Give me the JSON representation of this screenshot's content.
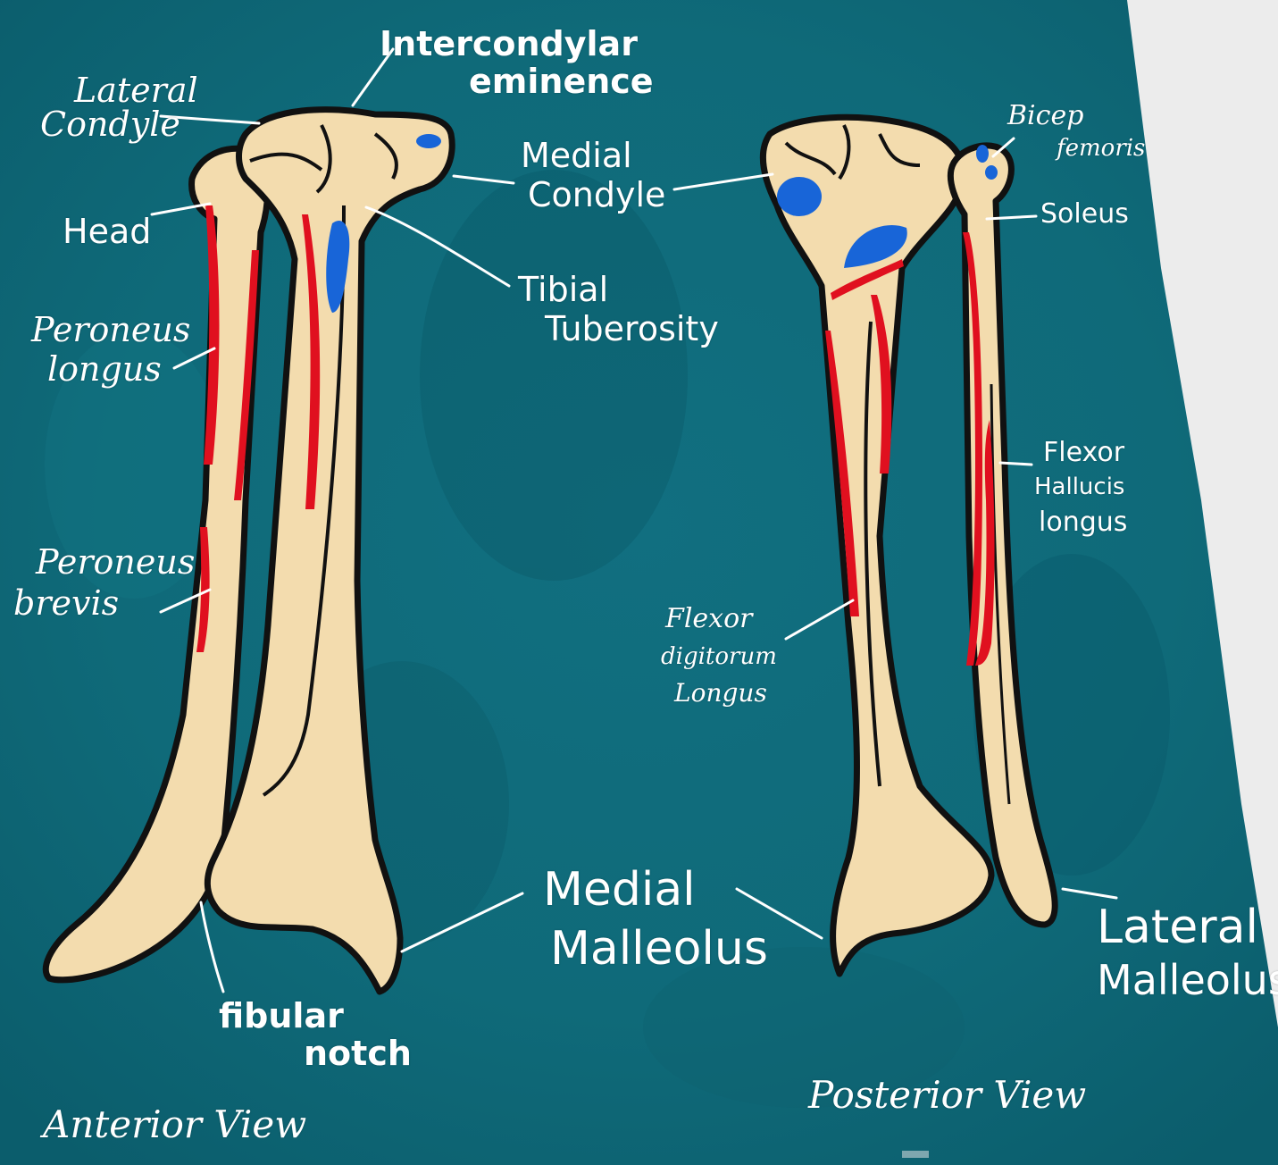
{
  "colors": {
    "background_panel": "#0f6d7c",
    "bone": "#f3dcae",
    "outline": "#111111",
    "muscle_red": "#e0101f",
    "attachment_blue": "#1865d8",
    "label_white": "#ffffff",
    "page_white": "#ececec"
  },
  "views": {
    "anterior": {
      "title": "Anterior View"
    },
    "posterior": {
      "title": "Posterior View"
    }
  },
  "labels": {
    "intercondylar": {
      "line1": "Intercondylar",
      "line2": "eminence"
    },
    "lateral_condyle": {
      "line1": "Lateral",
      "line2": "Condyle"
    },
    "medial_condyle": {
      "line1": "Medial",
      "line2": "Condyle"
    },
    "head": {
      "line1": "Head"
    },
    "tibial_tuberosity": {
      "line1": "Tibial",
      "line2": "Tuberosity"
    },
    "peroneus_longus": {
      "line1": "Peroneus",
      "line2": "longus"
    },
    "peroneus_brevis": {
      "line1": "Peroneus",
      "line2": "brevis"
    },
    "medial_malleolus": {
      "line1": "Medial",
      "line2": "Malleolus"
    },
    "fibular_notch": {
      "line1": "fibular",
      "line2": "notch"
    },
    "bicep_femoris": {
      "line1": "Bicep",
      "line2": "femoris"
    },
    "soleus": {
      "line1": "Soleus"
    },
    "flexor_hallucis": {
      "line1": "Flexor",
      "line2": "Hallucis",
      "line3": "longus"
    },
    "flexor_digitorum": {
      "line1": "Flexor",
      "line2": "digitorum",
      "line3": "Longus"
    },
    "lateral_malleolus": {
      "line1": "Lateral",
      "line2": "Malleolus"
    }
  }
}
